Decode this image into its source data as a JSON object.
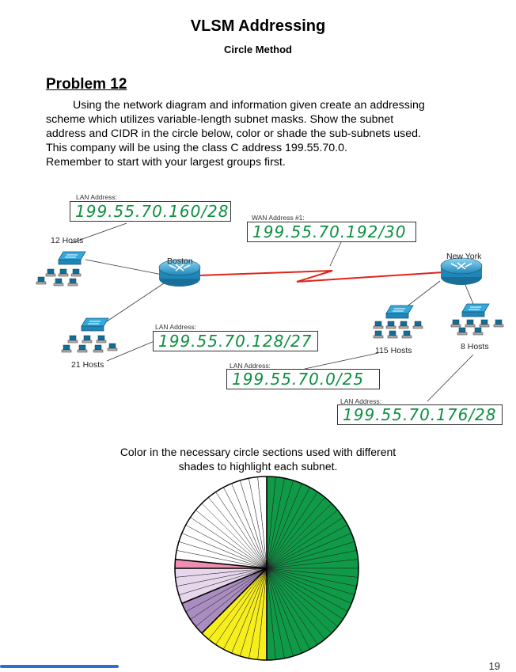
{
  "header": {
    "title": "VLSM Addressing",
    "subtitle": "Circle Method"
  },
  "problem": {
    "heading": "Problem 12",
    "lines": [
      "Using the network diagram and information given create an addressing",
      "scheme which utilizes variable-length subnet masks.  Show the subnet",
      "address and CIDR in the circle below, color or shade the sub-subnets used.",
      "This company will be using the class C address 199.55.70.0.",
      "Remember to start with your largest groups first."
    ]
  },
  "diagram": {
    "lan_label": "LAN Address:",
    "wan_label": "WAN Address #1:",
    "routers": {
      "boston": "Boston",
      "newyork": "New York"
    },
    "hosts": {
      "h12": "12 Hosts",
      "h21": "21 Hosts",
      "h115": "115 Hosts",
      "h8": "8 Hosts"
    },
    "answers": {
      "lan12": "199.55.70.160/28",
      "wan1": "199.55.70.192/30",
      "lan21": "199.55.70.128/27",
      "lan115": "199.55.70.0/25",
      "lan8": "199.55.70.176/28"
    }
  },
  "circle": {
    "caption_line1": "Color in the necessary circle sections used with different",
    "caption_line2": "shades to highlight each subnet.",
    "segments": [
      {
        "start": 0,
        "size": 128,
        "color": "#0e9a47"
      },
      {
        "start": 128,
        "size": 32,
        "color": "#f7ee1e"
      },
      {
        "start": 160,
        "size": 16,
        "color": "#a98cc0"
      },
      {
        "start": 176,
        "size": 16,
        "color": "#e7d7ec"
      },
      {
        "start": 192,
        "size": 4,
        "color": "#ee8fb2"
      },
      {
        "start": 196,
        "size": 60,
        "color": "#ffffff"
      }
    ]
  },
  "footer": {
    "page": "19"
  }
}
